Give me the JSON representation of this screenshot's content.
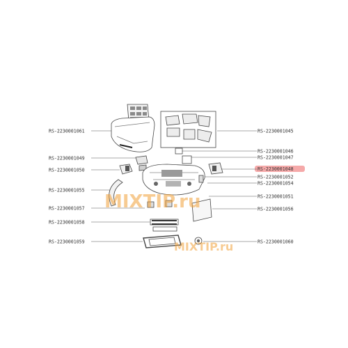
{
  "diagram": {
    "labels_left": [
      "RS-2230001061",
      "RS-2230001049",
      "RS-2230001050",
      "RS-2230001055",
      "RS-2230001057",
      "RS-2230001058",
      "RS-2230001059"
    ],
    "labels_right": [
      "RS-2230001045",
      "RS-2230001046",
      "RS-2230001047",
      "RS-2230001048",
      "RS-2230001052",
      "RS-2230001054",
      "RS-2230001051",
      "RS-2230001056",
      "RS-2230001060"
    ],
    "highlighted_label": "RS-2230001048",
    "highlight_color": "#f5a9a9",
    "watermarks": [
      "MIXTIP.ru",
      "MIXTIP.ru"
    ],
    "watermark_color": "#f2a23a"
  }
}
